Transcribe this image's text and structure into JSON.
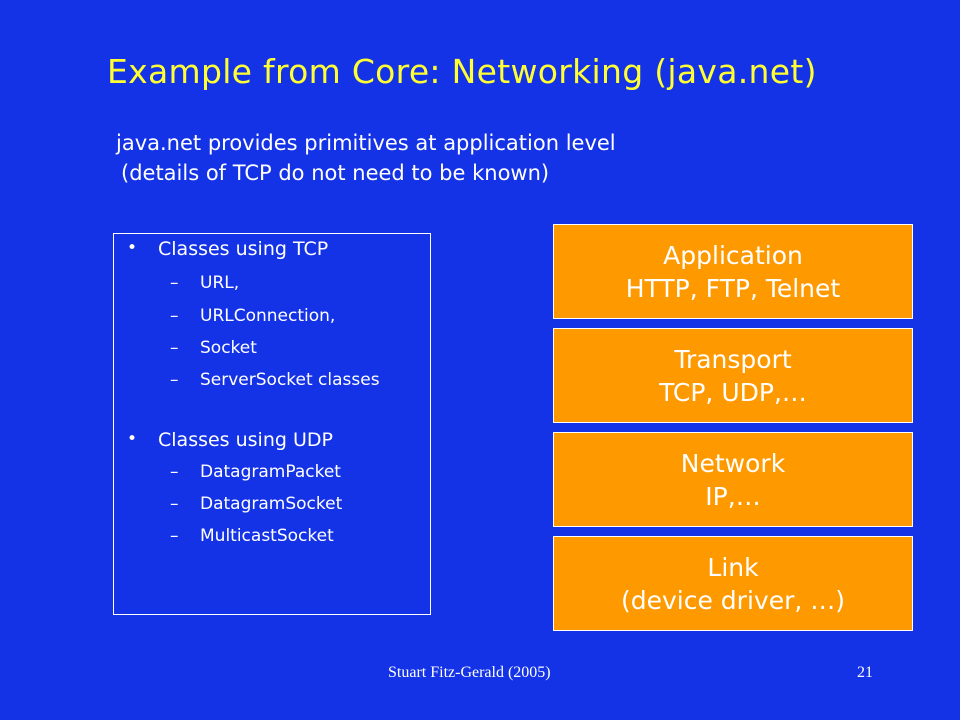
{
  "slide": {
    "title": "Example from Core: Networking  (java.net)",
    "subtitle_line1": "java.net provides primitives at application level",
    "subtitle_line2": "(details of TCP do not need to be known)",
    "background_color": "#1433e6",
    "accent_color": "#ffff33",
    "layer_color": "#ff9900"
  },
  "class_list": {
    "bullet": "•",
    "dash": "–",
    "tcp": {
      "label": "Classes using TCP",
      "items": [
        "URL,",
        "URLConnection,",
        "Socket",
        "ServerSocket classes"
      ]
    },
    "udp": {
      "label": "Classes using UDP",
      "items": [
        "DatagramPacket",
        "DatagramSocket",
        "MulticastSocket"
      ]
    }
  },
  "layers": [
    {
      "name": "Application",
      "protocols": "HTTP, FTP, Telnet"
    },
    {
      "name": "Transport",
      "protocols": "TCP, UDP,…"
    },
    {
      "name": "Network",
      "protocols": "IP,…"
    },
    {
      "name": "Link",
      "protocols": "(device driver, …)"
    }
  ],
  "footer": {
    "credit": "Stuart Fitz-Gerald (2005)",
    "page_number": "21"
  }
}
